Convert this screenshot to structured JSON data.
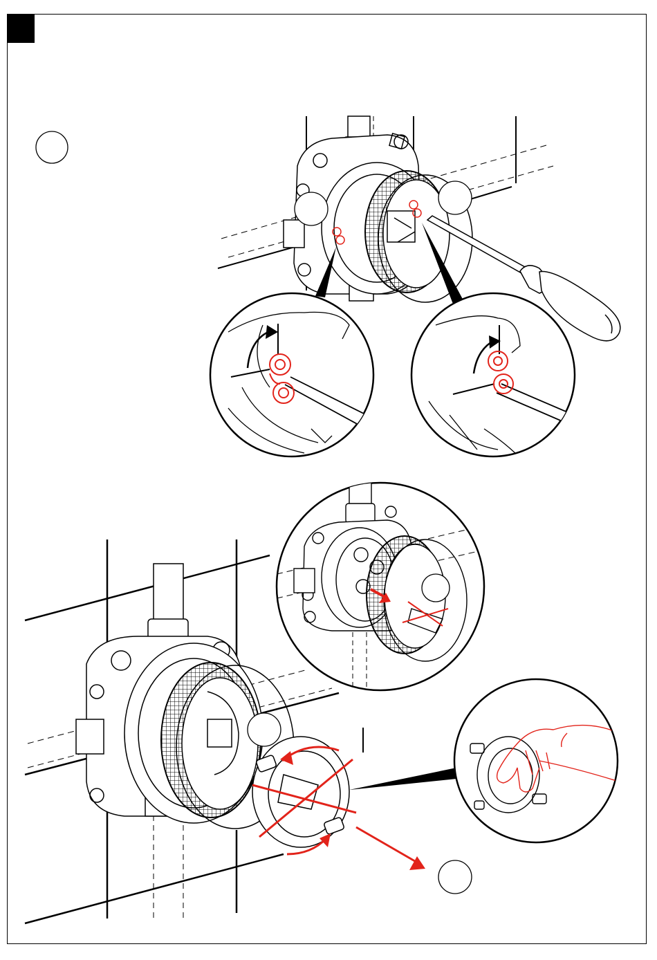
{
  "page": {
    "step_tab_color": "#000000",
    "accent_color": "#e2231a",
    "line_color": "#000000"
  },
  "illustrations": {
    "top_assembly": {
      "callouts": [
        "",
        "",
        ""
      ]
    },
    "detail_left": {
      "icon": "loosen-clip-detail"
    },
    "detail_right": {
      "icon": "loosen-clip-detail"
    },
    "middle_detail": {
      "icon": "remove-cap-crossed"
    },
    "bottom_assembly": {
      "callouts": [
        "",
        ""
      ]
    },
    "detail_hand": {
      "icon": "hand-rotate-detail"
    }
  }
}
